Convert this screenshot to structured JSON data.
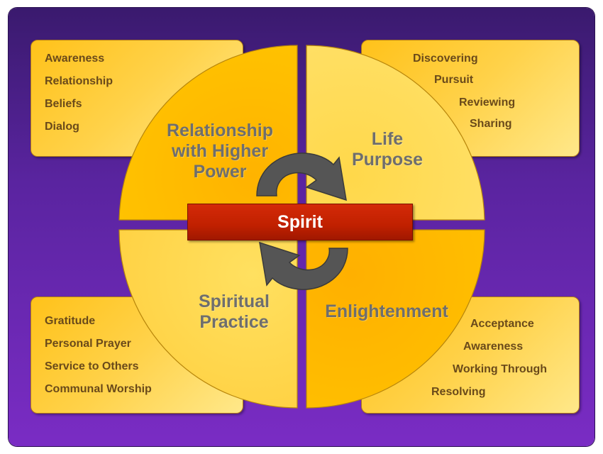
{
  "center_label": "Spirit",
  "quadrants": {
    "top_left": {
      "title_lines": [
        "Relationship",
        "with Higher",
        "Power"
      ]
    },
    "top_right": {
      "title_lines": [
        "Life",
        "Purpose"
      ]
    },
    "bottom_left": {
      "title_lines": [
        "Spiritual",
        "Practice"
      ]
    },
    "bottom_right": {
      "title_lines": [
        "Enlightenment"
      ]
    }
  },
  "lists": {
    "top_left": [
      "Awareness",
      "Relationship",
      "Beliefs",
      "Dialog"
    ],
    "top_right": [
      "Discovering",
      "Pursuit",
      "Reviewing",
      "Sharing"
    ],
    "bottom_left": [
      "Gratitude",
      "Personal Prayer",
      "Service to Others",
      "Communal Worship"
    ],
    "bottom_right": [
      "Acceptance",
      "Awareness",
      "Working Through",
      "Resolving"
    ]
  },
  "colors": {
    "background": "#5a24a0",
    "quadrant_fill": "#ffc21a",
    "center_bar": "#c02000",
    "arrow": "#555555"
  },
  "icons": {
    "cycle": "circular-arrows-icon"
  }
}
